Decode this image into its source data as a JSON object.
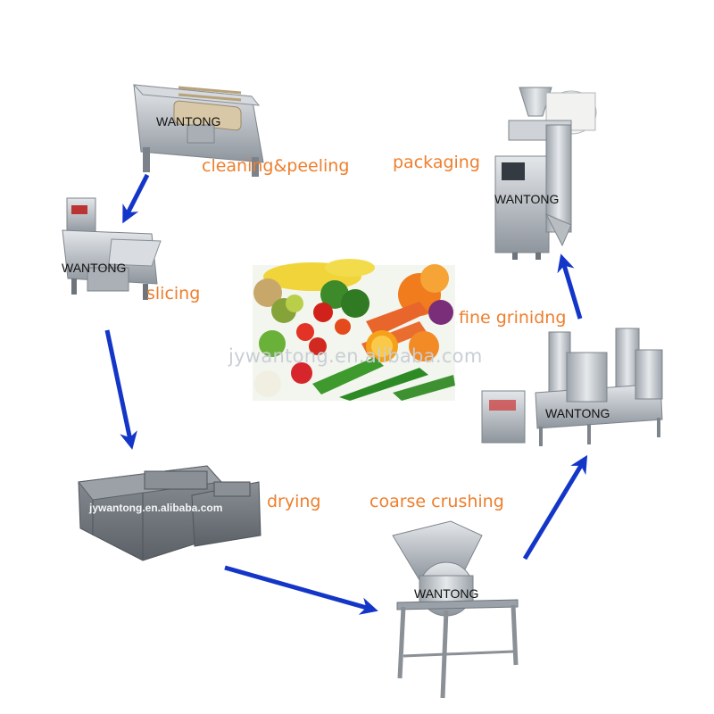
{
  "brand": "WANTONG",
  "watermark": "jywantong.en.alibaba.com",
  "steps": {
    "cleaning": {
      "label": "cleaning&peeling"
    },
    "slicing": {
      "label": "slicing"
    },
    "drying": {
      "label": "drying",
      "watermark": "jywantong.en.alibaba.com"
    },
    "coarse": {
      "label": "coarse crushing"
    },
    "fine": {
      "label": "fine grinidng"
    },
    "packaging": {
      "label": "packaging"
    }
  },
  "colors": {
    "arrow": "#1436c8",
    "label": "#ee7f2d",
    "steel": "#bfc4ca",
    "dryer": "#6f767d"
  }
}
